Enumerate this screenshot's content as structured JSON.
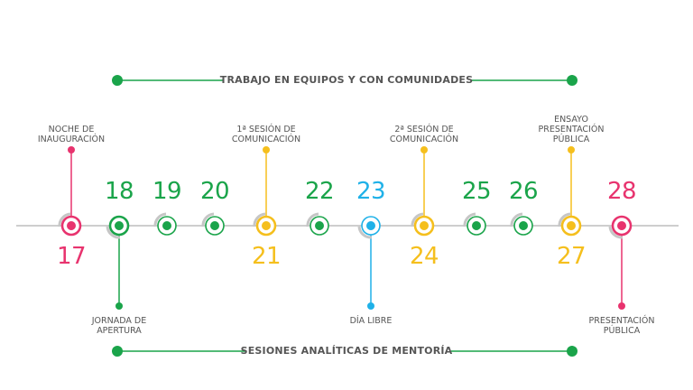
{
  "colors": {
    "pink": "#e8336e",
    "green": "#1aa44a",
    "yellow": "#f5bf1d",
    "blue": "#1fb1e8",
    "axis": "#bdbdbd",
    "text": "#555555"
  },
  "banners": {
    "top": "TRABAJO EN EQUIPOS Y CON COMUNIDADES",
    "bottom": "SESIONES ANALÍTICAS DE MENTORÍA"
  },
  "days": [
    {
      "num": "17",
      "color": "pink",
      "side": "below",
      "event": "NOCHE DE\nINAUGURACIÓN",
      "event_side": "above",
      "ring": "thick"
    },
    {
      "num": "18",
      "color": "green",
      "side": "above",
      "event": "JORNADA DE\nAPERTURA",
      "event_side": "below",
      "ring": "thick"
    },
    {
      "num": "19",
      "color": "green",
      "side": "above",
      "event": "",
      "event_side": "",
      "ring": "thin"
    },
    {
      "num": "20",
      "color": "green",
      "side": "above",
      "event": "",
      "event_side": "",
      "ring": "thin"
    },
    {
      "num": "21",
      "color": "yellow",
      "side": "below",
      "event": "1ª SESIÓN DE\nCOMUNICACIÓN",
      "event_side": "above",
      "ring": "thick"
    },
    {
      "num": "22",
      "color": "green",
      "side": "above",
      "event": "",
      "event_side": "",
      "ring": "thin"
    },
    {
      "num": "23",
      "color": "blue",
      "side": "above",
      "event": "DÍA LIBRE",
      "event_side": "below",
      "ring": "thin"
    },
    {
      "num": "24",
      "color": "yellow",
      "side": "below",
      "event": "2ª SESIÓN DE\nCOMUNICACIÓN",
      "event_side": "above",
      "ring": "thick"
    },
    {
      "num": "25",
      "color": "green",
      "side": "above",
      "event": "",
      "event_side": "",
      "ring": "thin"
    },
    {
      "num": "26",
      "color": "green",
      "side": "above",
      "event": "",
      "event_side": "",
      "ring": "thin"
    },
    {
      "num": "27",
      "color": "yellow",
      "side": "below",
      "event": "ENSAYO\nPRESENTACIÓN\nPÚBLICA",
      "event_side": "above",
      "ring": "thick"
    },
    {
      "num": "28",
      "color": "pink",
      "side": "above",
      "event": "PRESENTACIÓN\nPÚBLICA",
      "event_side": "below",
      "ring": "thick"
    }
  ]
}
